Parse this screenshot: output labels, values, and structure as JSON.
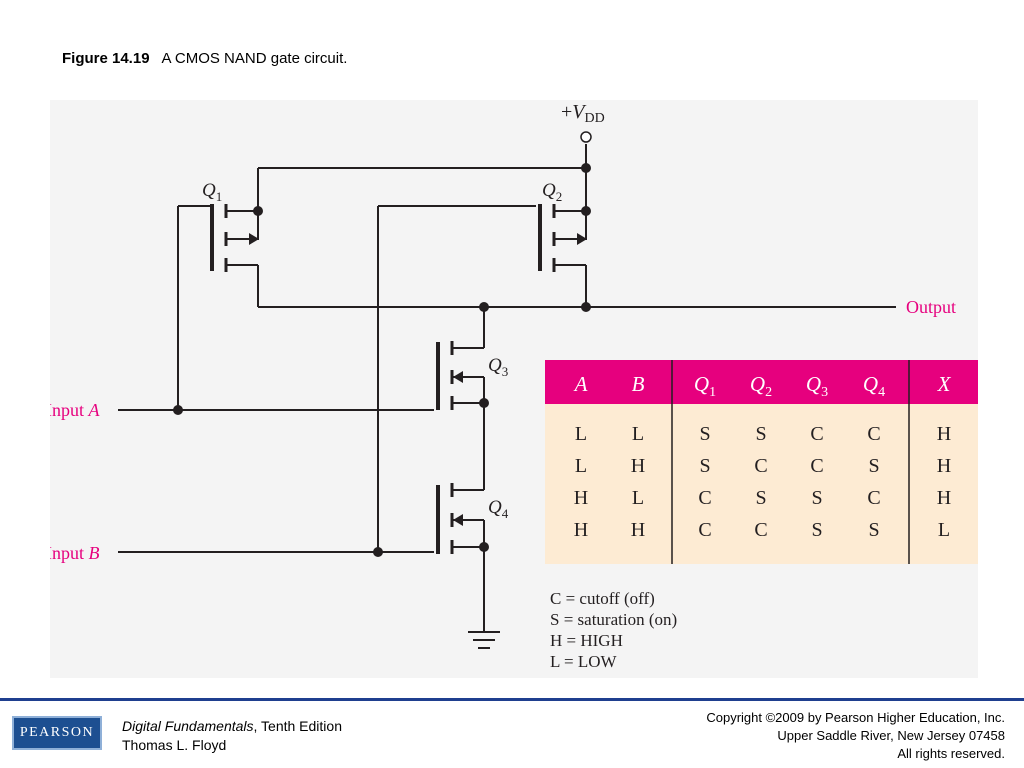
{
  "title": {
    "figure_number": "Figure 14.19",
    "caption": "A CMOS NAND gate circuit."
  },
  "circuit": {
    "supply": {
      "sign": "+",
      "symbol": "V",
      "subscript": "DD"
    },
    "transistors": [
      {
        "letter": "Q",
        "sub": "1"
      },
      {
        "letter": "Q",
        "sub": "2"
      },
      {
        "letter": "Q",
        "sub": "3"
      },
      {
        "letter": "Q",
        "sub": "4"
      }
    ],
    "input_a": {
      "prefix": "Input ",
      "letter": "A"
    },
    "input_b": {
      "prefix": "Input ",
      "letter": "B"
    },
    "output_label": "Output",
    "accent_color": "#e6007e",
    "wire_color": "#231f20"
  },
  "truth_table": {
    "header": [
      {
        "main": "A",
        "sub": ""
      },
      {
        "main": "B",
        "sub": ""
      },
      {
        "main": "Q",
        "sub": "1"
      },
      {
        "main": "Q",
        "sub": "2"
      },
      {
        "main": "Q",
        "sub": "3"
      },
      {
        "main": "Q",
        "sub": "4"
      },
      {
        "main": "X",
        "sub": ""
      }
    ],
    "rows": [
      [
        "L",
        "L",
        "S",
        "S",
        "C",
        "C",
        "H"
      ],
      [
        "L",
        "H",
        "S",
        "C",
        "C",
        "S",
        "H"
      ],
      [
        "H",
        "L",
        "C",
        "S",
        "S",
        "C",
        "H"
      ],
      [
        "H",
        "H",
        "C",
        "C",
        "S",
        "S",
        "L"
      ]
    ],
    "header_color": "#e6007e",
    "body_color": "#fdebd3"
  },
  "legend": [
    "C = cutoff (off)",
    "S = saturation (on)",
    "H = HIGH",
    "L = LOW"
  ],
  "footer": {
    "logo_text": "PEARSON",
    "book_title": "Digital Fundamentals",
    "edition": ", Tenth Edition",
    "author": "Thomas L. Floyd",
    "copyright_lines": [
      "Copyright ©2009 by Pearson Higher Education, Inc.",
      "Upper Saddle River, New Jersey 07458",
      "All rights reserved."
    ],
    "rule_color": "#1f3f8f"
  }
}
